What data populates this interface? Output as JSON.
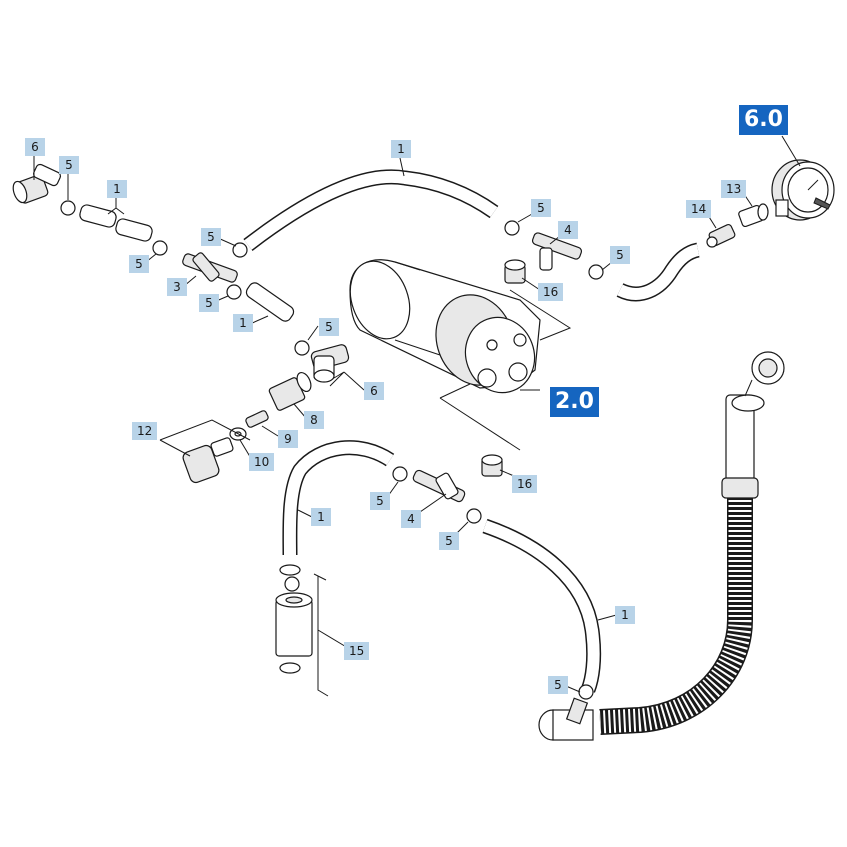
{
  "assemblies": {
    "pump": "2.0",
    "gauge": "6.0"
  },
  "callouts": {
    "c6a": "6",
    "c5a": "5",
    "c1a": "1",
    "c1top": "1",
    "c5b": "5",
    "c5c": "5",
    "c3": "3",
    "c5d": "5",
    "c1b": "1",
    "c5e": "5",
    "c6b": "6",
    "c8": "8",
    "c9": "9",
    "c10": "10",
    "c12": "12",
    "c5f": "5",
    "c4a": "4",
    "c5g": "5",
    "c16a": "16",
    "c13": "13",
    "c14": "14",
    "c1c": "1",
    "c5h": "5",
    "c4b": "4",
    "c5i": "5",
    "c16b": "16",
    "c1d": "1",
    "c15": "15",
    "c5j": "5"
  },
  "colors": {
    "callout_bg": "#b8d3e8",
    "assembly_bg": "#1565c0",
    "line": "#1a1a1a"
  }
}
